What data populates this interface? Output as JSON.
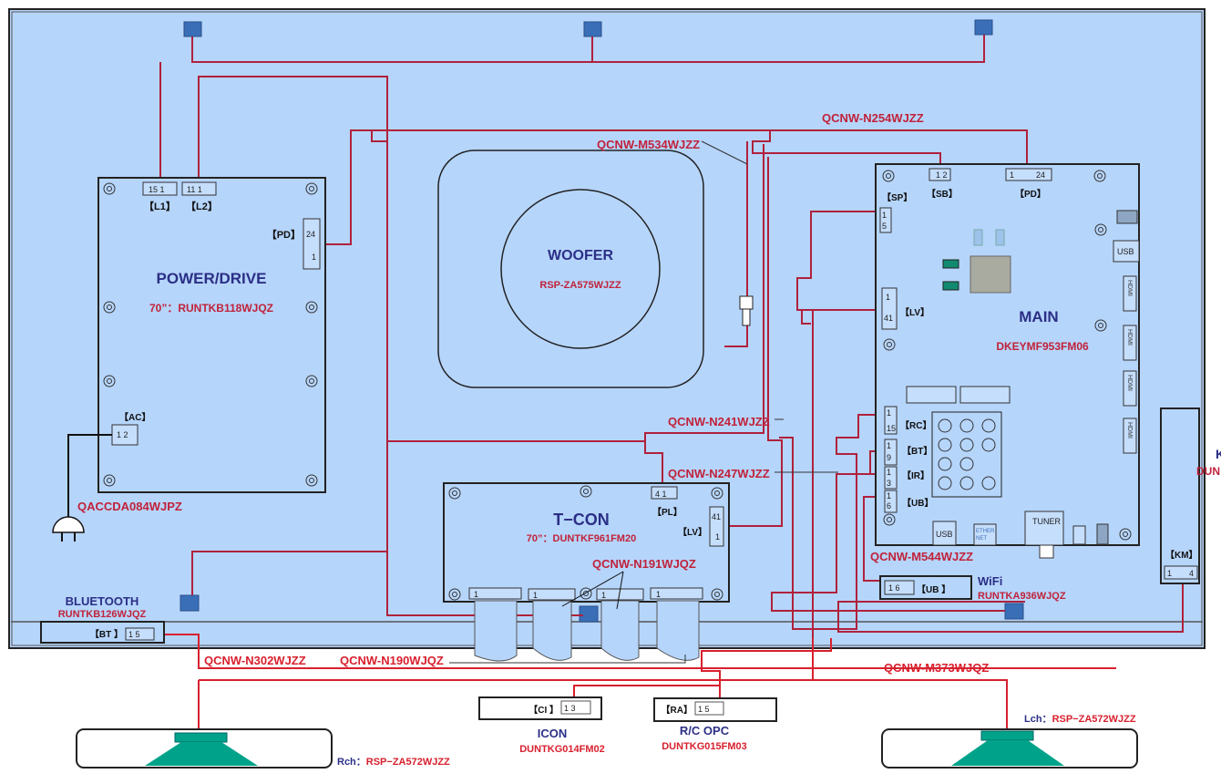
{
  "colors": {
    "background": "#b6d5fb",
    "wire_inside": "#b0213c",
    "wire_outside": "#d8202e",
    "title_text": "#2b2f86",
    "part_text": "#c0223a",
    "speaker": "#00a38a",
    "block": "#3a6fb8"
  },
  "boards": {
    "power": {
      "title": "POWER/DRIVE",
      "part": "70”：RUNTKB118WJQZ",
      "l1": "【L1】",
      "l1_pins": "15  1",
      "l2": "【L2】",
      "l2_pins": "11  1",
      "pd": "【PD】",
      "pd_pin_a": "24",
      "pd_pin_b": "1",
      "ac": "【AC】",
      "ac_pins": "1 2"
    },
    "woofer": {
      "title": "WOOFER",
      "part": "RSP-ZA575WJZZ"
    },
    "main": {
      "title": "MAIN",
      "part": "DKEYMF953FM06",
      "sp": "【SP】",
      "sp_a": "1",
      "sp_b": "5",
      "sb": "【SB】",
      "sb_pins": "1 2",
      "pd": "【PD】",
      "pd_a": "1",
      "pd_b": "24",
      "lv": "【LV】",
      "lv_a": "1",
      "lv_b": "41",
      "rc": "【RC】",
      "rc_a": "1",
      "rc_b": "15",
      "bt": "【BT】",
      "bt_a": "1",
      "bt_b": "9",
      "ir": "【IR】",
      "ir_a": "1",
      "ir_b": "3",
      "ub": "【UB】",
      "ub_a": "1",
      "ub_b": "6",
      "usb": "USB",
      "hdmi": "HDMI",
      "ethernet_a": "ETHER",
      "ethernet_b": "NET",
      "tuner": "TUNER"
    },
    "tcon": {
      "title": "T−CON",
      "part": "70”：DUNTKF961FM20",
      "pl": "【PL】",
      "pl_pins": "4  1",
      "lv": "【LV】",
      "lv_a": "41",
      "lv_b": "1",
      "fpc_pin": "1"
    },
    "km": {
      "label": "【KM】",
      "pins_a": "1",
      "pins_b": "4",
      "title_partial": "K",
      "part_partial": "DUN"
    },
    "wifi": {
      "title": "WiFi",
      "part": "RUNTKA936WJQZ",
      "label": "【UB 】",
      "pins": "1   6"
    },
    "bluetooth": {
      "title": "BLUETOOTH",
      "part": "RUNTKB126WJQZ",
      "label": "【BT 】",
      "pins": "1    5"
    },
    "icon": {
      "title": "ICON",
      "part": "DUNTKG014FM02",
      "label": "【CI 】",
      "pins": "1    3"
    },
    "rc_opc": {
      "title": "R/C OPC",
      "part": "DUNTKG015FM03",
      "label": "【RA】",
      "pins": "1    5"
    },
    "speaker_r": {
      "ch": "Rch：",
      "part": "RSP−ZA572WJZZ"
    },
    "speaker_l": {
      "ch": "Lch：",
      "part": "RSP−ZA572WJZZ"
    }
  },
  "cables": {
    "n254": "QCNW-N254WJZZ",
    "m534": "QCNW-M534WJZZ",
    "n241": "QCNW-N241WJZZ",
    "n247": "QCNW-N247WJZZ",
    "n191": "QCNW-N191WJQZ",
    "m544": "QCNW-M544WJZZ",
    "ac": "QACCDA084WJPZ",
    "n302": "QCNW-N302WJZZ",
    "n190": "QCNW-N190WJQZ",
    "m373": "QCNW-M373WJQZ"
  }
}
